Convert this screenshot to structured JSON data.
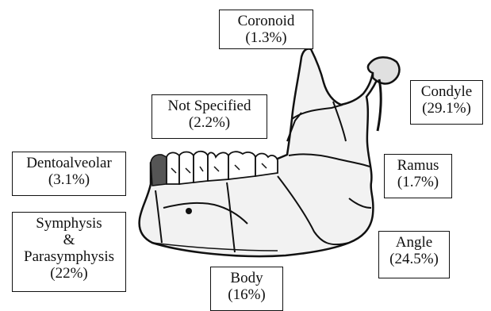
{
  "diagram": {
    "subject": "mandible",
    "labels": {
      "coronoid": {
        "name": "Coronoid",
        "percent": "(1.3%)"
      },
      "condyle": {
        "name": "Condyle",
        "percent": "(29.1%)"
      },
      "not_specified": {
        "name": "Not Specified",
        "percent": "(2.2%)"
      },
      "dentoalveolar": {
        "name": "Dentoalveolar",
        "percent": "(3.1%)"
      },
      "ramus": {
        "name": "Ramus",
        "percent": "(1.7%)"
      },
      "symphysis": {
        "line1": "Symphysis",
        "line2": "&",
        "line3": "Parasymphysis",
        "percent": "(22%)"
      },
      "angle": {
        "name": "Angle",
        "percent": "(24.5%)"
      },
      "body": {
        "name": "Body",
        "percent": "(16%)"
      }
    },
    "colors": {
      "outline": "#111111",
      "bone": "#f2f2f2",
      "teeth": "#ffffff"
    }
  }
}
